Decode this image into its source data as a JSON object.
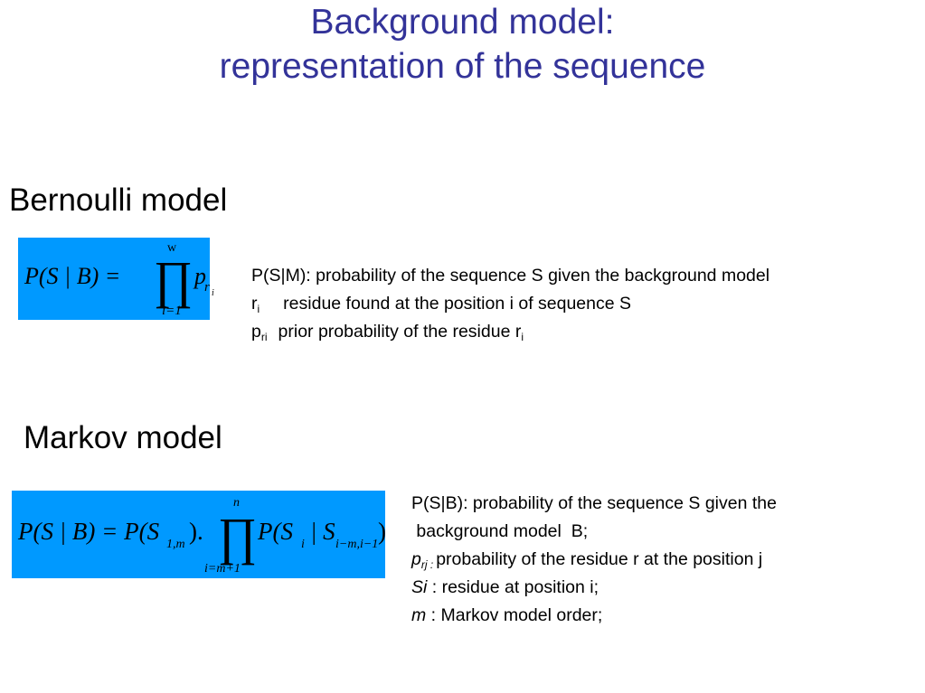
{
  "title": {
    "line1": "Background model:",
    "line2": "representation of the sequence"
  },
  "bernoulli": {
    "heading": "Bernoulli model",
    "formula": {
      "lhs": "P(S | B) =",
      "prod_symbol": "∏",
      "upper": "w",
      "lower": "i=1",
      "term": "p",
      "term_sub": "r",
      "term_subsub": "i"
    },
    "desc": {
      "line1": "P(S|M): probability of the sequence S given the background model",
      "line2_sym": "r",
      "line2_sub": "i",
      "line2_text": "residue found at the position i of sequence S",
      "line3_sym": "p",
      "line3_sub": "ri",
      "line3_text": "prior probability of the residue  r",
      "line3_tail_sub": "i"
    }
  },
  "markov": {
    "heading": "Markov model",
    "formula": {
      "lhs": "P(S | B) = P(S",
      "lhs_sub": "1,m",
      "lhs_close": ").",
      "prod_symbol": "∏",
      "upper": "n",
      "lower": "i=m+1",
      "term": "P(S",
      "term_sub": "i",
      "term_mid": "| S",
      "term_sub2": "i−m,i−1",
      "term_close": ")"
    },
    "desc": {
      "line1": "P(S|B): probability of the sequence S given the",
      "line2": " background model  B;",
      "line3_sym": "p",
      "line3_sub": "rj :",
      "line3_text": "probability of the residue  r at the position j",
      "line4_sym": "Si",
      "line4_text": " : residue at position i;",
      "line5_sym": "m",
      "line5_text": " : Markov model order;"
    }
  }
}
